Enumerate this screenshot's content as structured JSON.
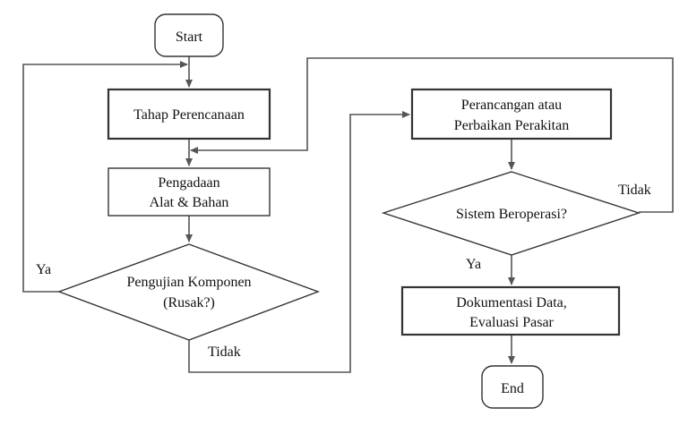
{
  "nodes": {
    "start": {
      "label": "Start"
    },
    "planning": {
      "label": "Tahap Perencanaan"
    },
    "procurement": {
      "line1": "Pengadaan",
      "line2": "Alat & Bahan"
    },
    "component_test": {
      "line1": "Pengujian Komponen",
      "line2": "(Rusak?)"
    },
    "design": {
      "line1": "Perancangan atau",
      "line2": "Perbaikan Perakitan"
    },
    "system_check": {
      "label": "Sistem Beroperasi?"
    },
    "documentation": {
      "line1": "Dokumentasi Data,",
      "line2": "Evaluasi Pasar"
    },
    "end": {
      "label": "End"
    }
  },
  "edge_labels": {
    "component_yes": "Ya",
    "component_no": "Tidak",
    "system_no": "Tidak",
    "system_yes": "Ya"
  }
}
